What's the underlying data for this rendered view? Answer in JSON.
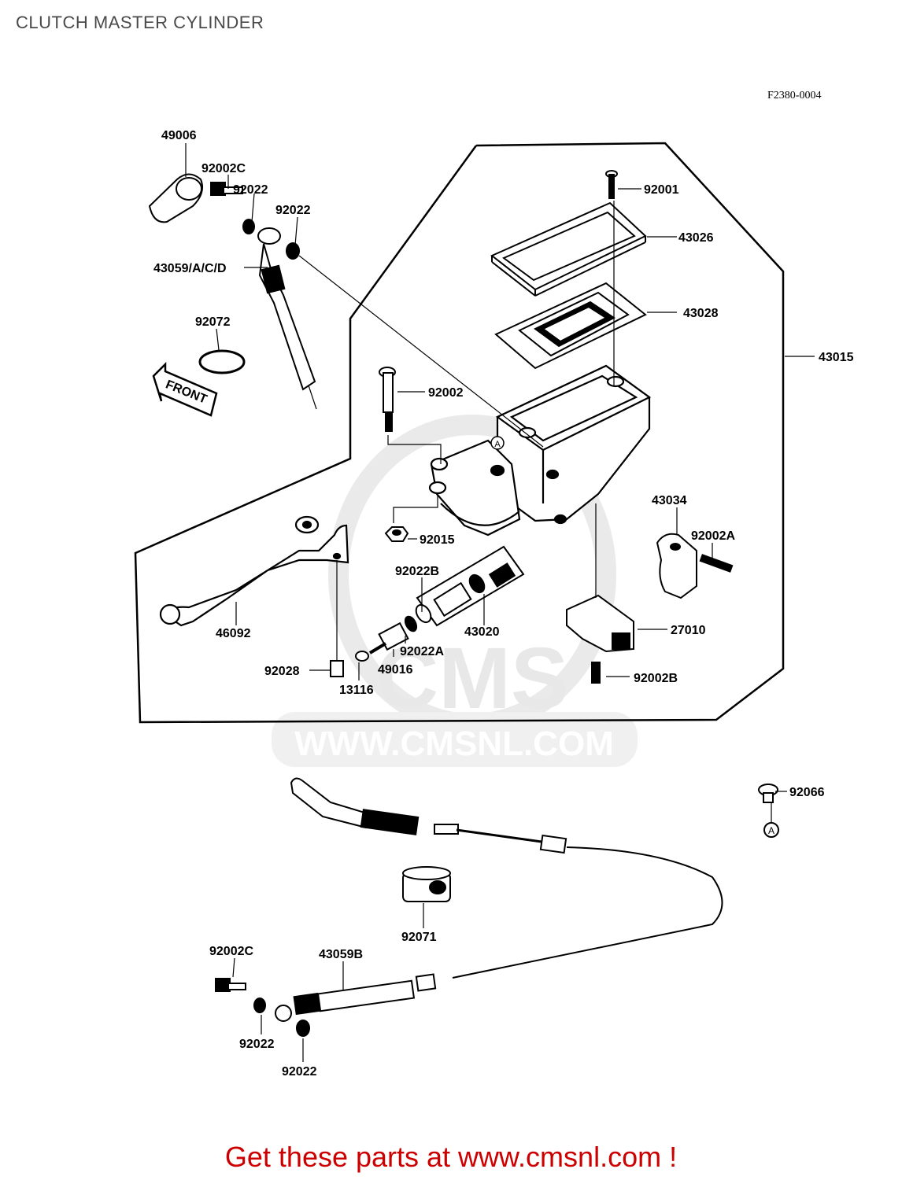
{
  "page": {
    "title": "CLUTCH MASTER CYLINDER",
    "diagram_code": "F2380-0004",
    "footer_text": "Get these parts at www.cmsnl.com !",
    "watermark_text": "WWW.CMSNL.COM",
    "watermark_logo": "CMS"
  },
  "markers": {
    "front_arrow": "FRONT",
    "ref_a": "A"
  },
  "parts": [
    "49006",
    "92002C",
    "92022",
    "92022",
    "43059/A/C/D",
    "92072",
    "92001",
    "43026",
    "43028",
    "43015",
    "92002",
    "92015",
    "43034",
    "92002A",
    "92022B",
    "43020",
    "27010",
    "46092",
    "92022A",
    "49016",
    "92028",
    "13116",
    "92002B",
    "92066",
    "92071",
    "92002C",
    "43059B",
    "92022",
    "92022"
  ],
  "colors": {
    "footer": "#cc0000",
    "title": "#4a4a4a",
    "watermark": "#e6e6e6"
  }
}
